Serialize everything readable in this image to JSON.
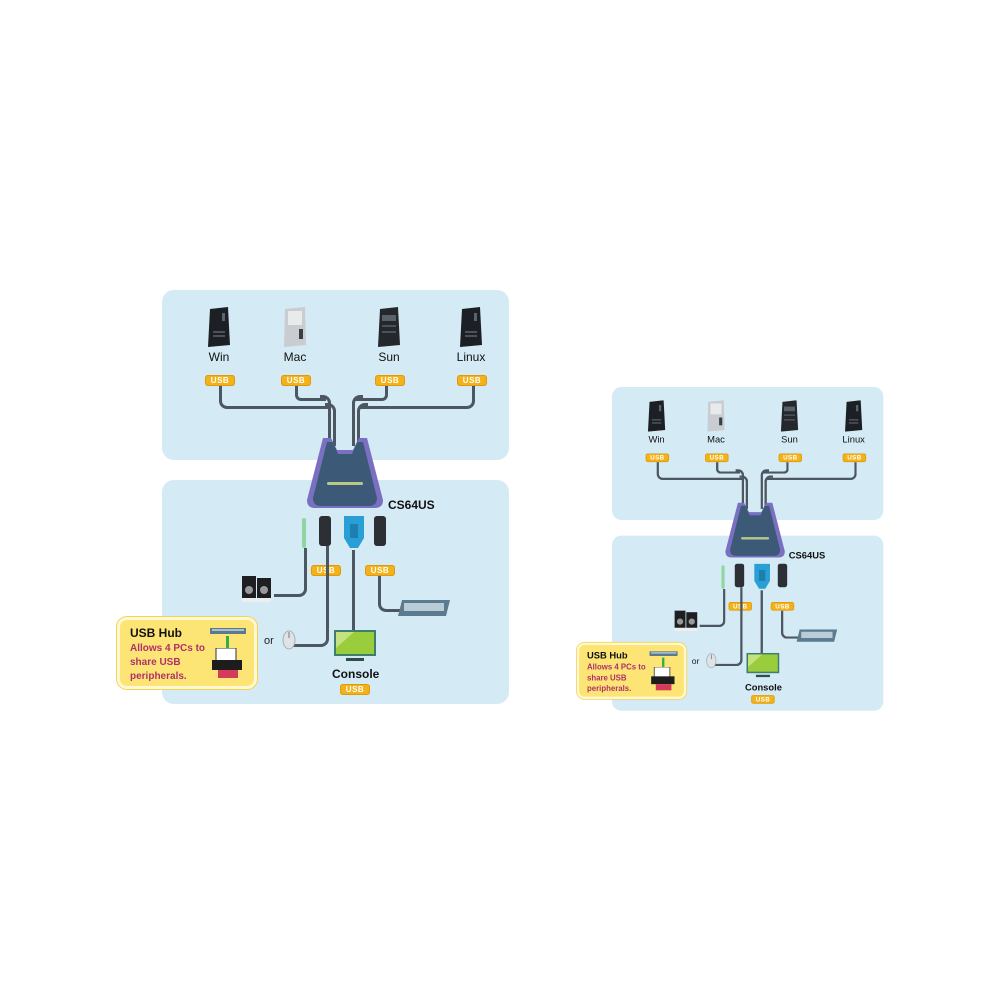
{
  "diagrams": [
    {
      "id": "large",
      "model": "CS64US",
      "computers": [
        {
          "label": "Win",
          "type": "tower-black"
        },
        {
          "label": "Mac",
          "type": "tower-silver"
        },
        {
          "label": "Sun",
          "type": "tower-black"
        },
        {
          "label": "Linux",
          "type": "tower-black"
        }
      ],
      "usb_badge": "USB",
      "console_label": "Console",
      "or_label": "or",
      "hub": {
        "title": "USB Hub",
        "text": "Allows 4 PCs to share USB peripherals."
      }
    },
    {
      "id": "small",
      "model": "CS64US",
      "computers": [
        {
          "label": "Win",
          "type": "tower-black"
        },
        {
          "label": "Mac",
          "type": "tower-silver"
        },
        {
          "label": "Sun",
          "type": "tower-black"
        },
        {
          "label": "Linux",
          "type": "tower-black"
        }
      ],
      "usb_badge": "USB",
      "console_label": "Console",
      "or_label": "or",
      "hub": {
        "title": "USB Hub",
        "text": "Allows 4 PCs to share USB peripherals."
      }
    }
  ],
  "colors": {
    "panel": "#d4ebf5",
    "usb_badge": "#f2b21a",
    "switch_body": "#3c5a78",
    "switch_edge": "#7a6fc0",
    "hub_bg": "#fde575",
    "hub_text": "#b0306a",
    "wire": "#4d5761"
  }
}
